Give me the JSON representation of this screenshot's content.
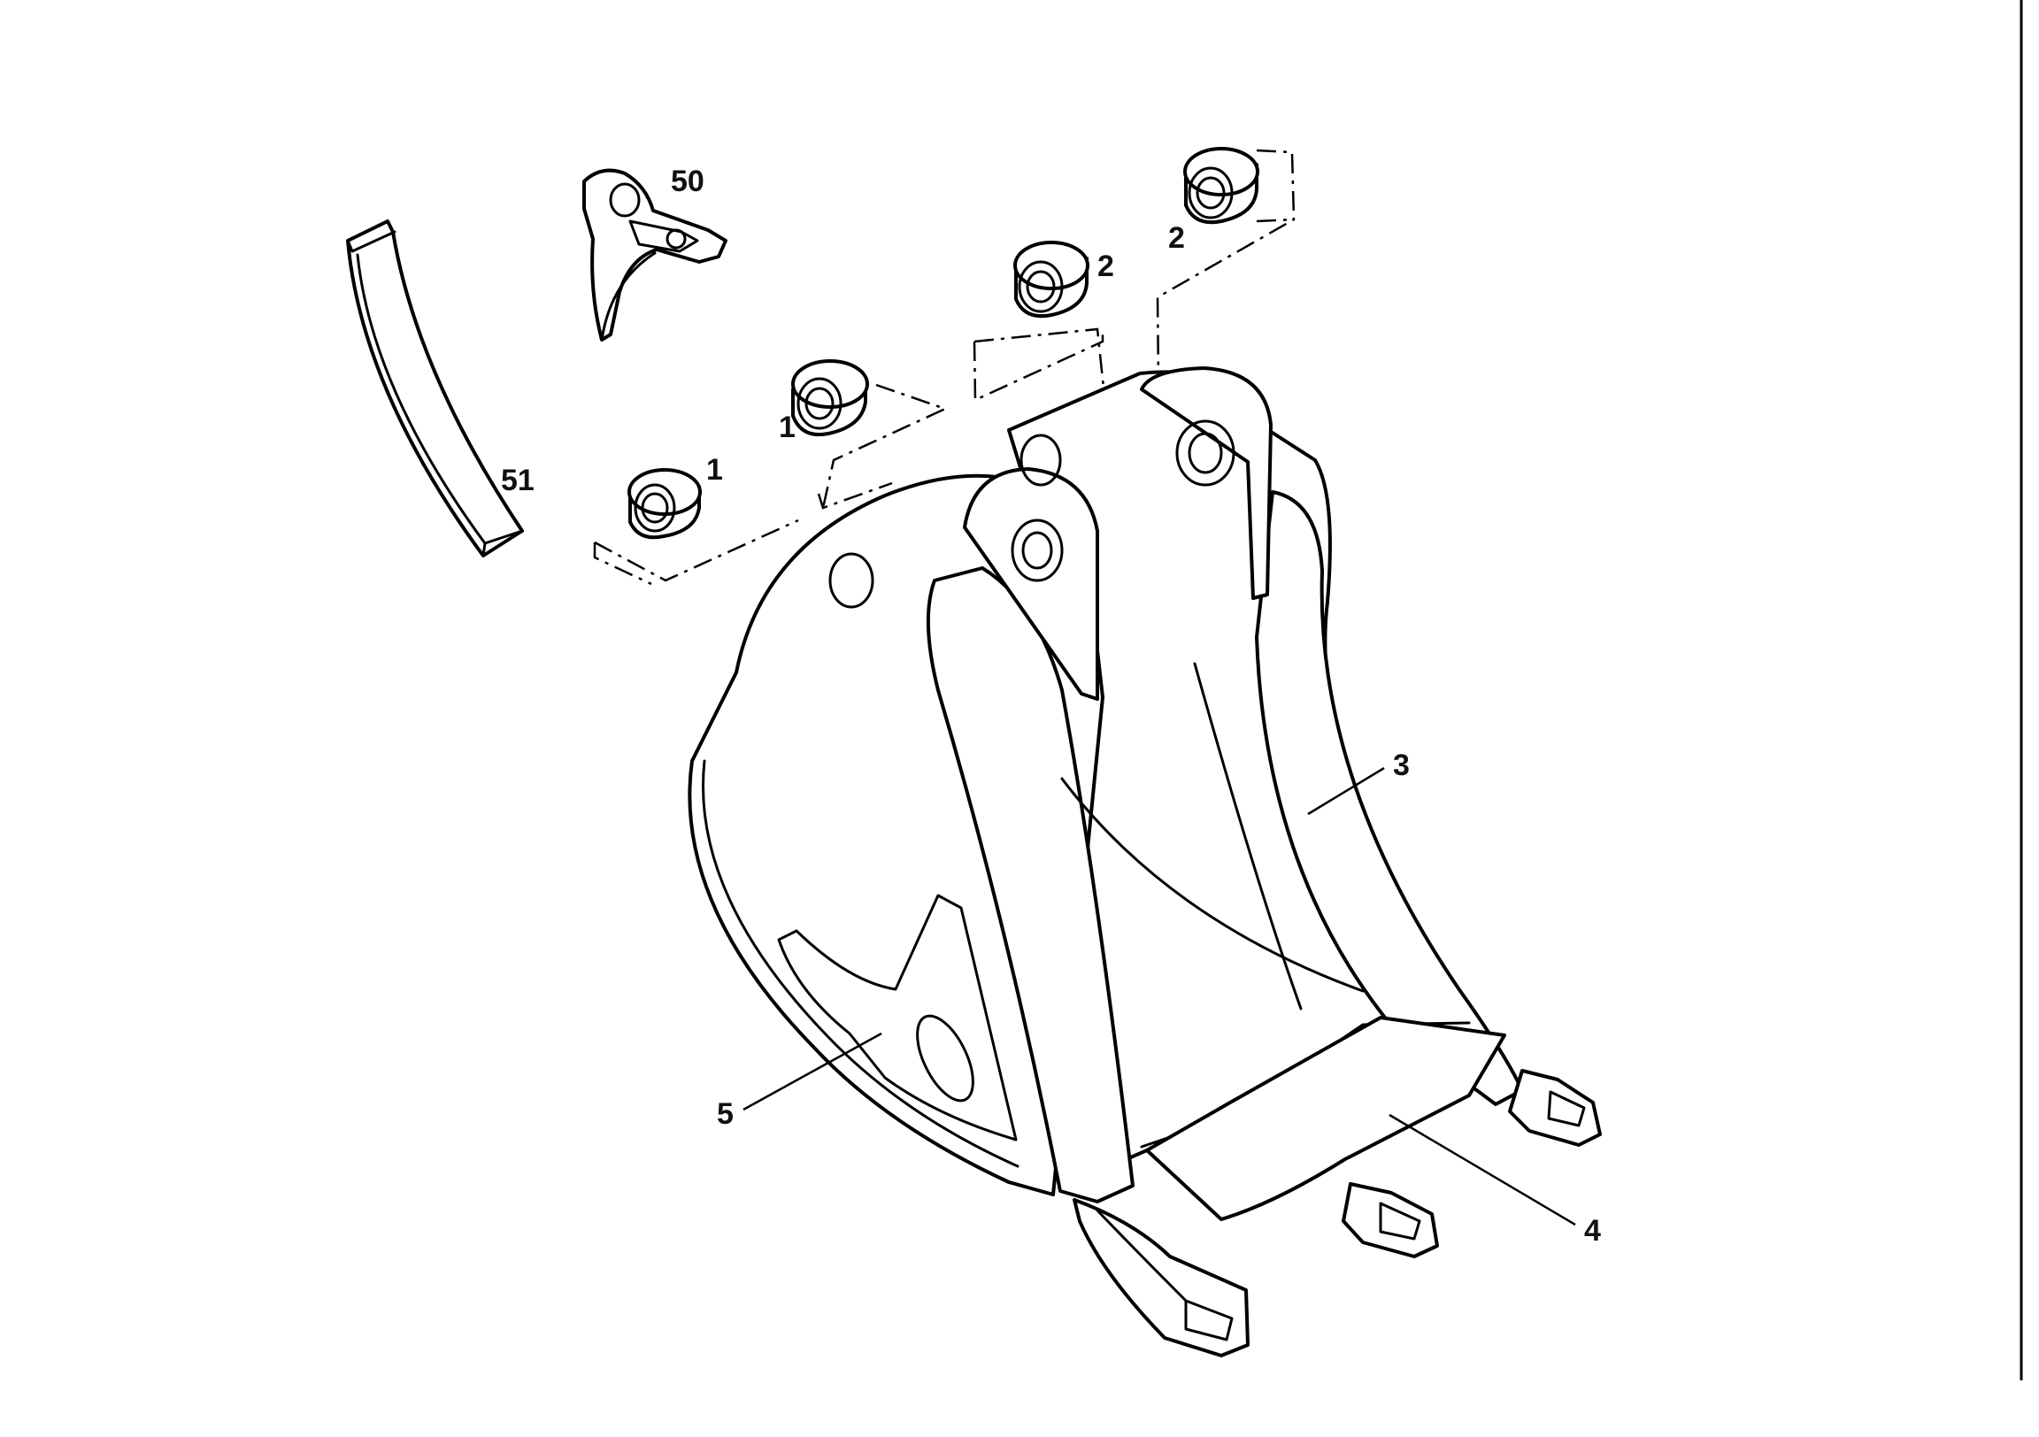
{
  "callouts": {
    "bucket_shell": "3",
    "bottom_plate": "4",
    "side_plate": "5",
    "bushing_front_left": "1",
    "bushing_front_right": "1",
    "bushing_rear_left": "2",
    "bushing_rear_right": "2",
    "link_bracket": "50",
    "wear_strip": "51"
  }
}
